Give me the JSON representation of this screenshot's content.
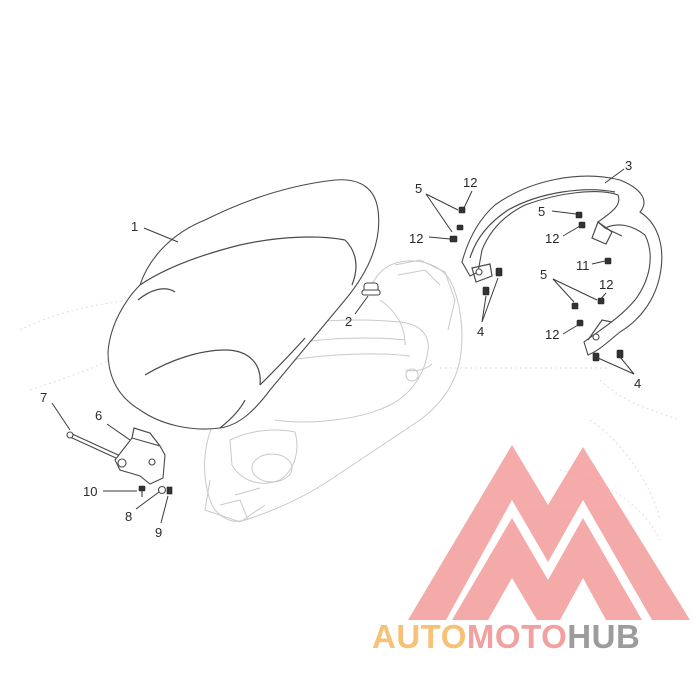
{
  "callouts": [
    {
      "id": "c1",
      "label": "1"
    },
    {
      "id": "c2",
      "label": "2"
    },
    {
      "id": "c3",
      "label": "3"
    },
    {
      "id": "c4a",
      "label": "4"
    },
    {
      "id": "c4b",
      "label": "4"
    },
    {
      "id": "c5a",
      "label": "5"
    },
    {
      "id": "c5b",
      "label": "5"
    },
    {
      "id": "c5c",
      "label": "5"
    },
    {
      "id": "c6",
      "label": "6"
    },
    {
      "id": "c7",
      "label": "7"
    },
    {
      "id": "c8",
      "label": "8"
    },
    {
      "id": "c9",
      "label": "9"
    },
    {
      "id": "c10",
      "label": "10"
    },
    {
      "id": "c11",
      "label": "11"
    },
    {
      "id": "c12a",
      "label": "12"
    },
    {
      "id": "c12b",
      "label": "12"
    },
    {
      "id": "c12c",
      "label": "12"
    },
    {
      "id": "c12d",
      "label": "12"
    },
    {
      "id": "c12e",
      "label": "12"
    }
  ],
  "watermark": {
    "part1": "AUTO",
    "part2": "MOTO",
    "part3": "HUB",
    "color1": "#f7c277",
    "color2": "#f1a19f",
    "color3": "#9c9c9c",
    "logo_color": "#f29c9a"
  }
}
